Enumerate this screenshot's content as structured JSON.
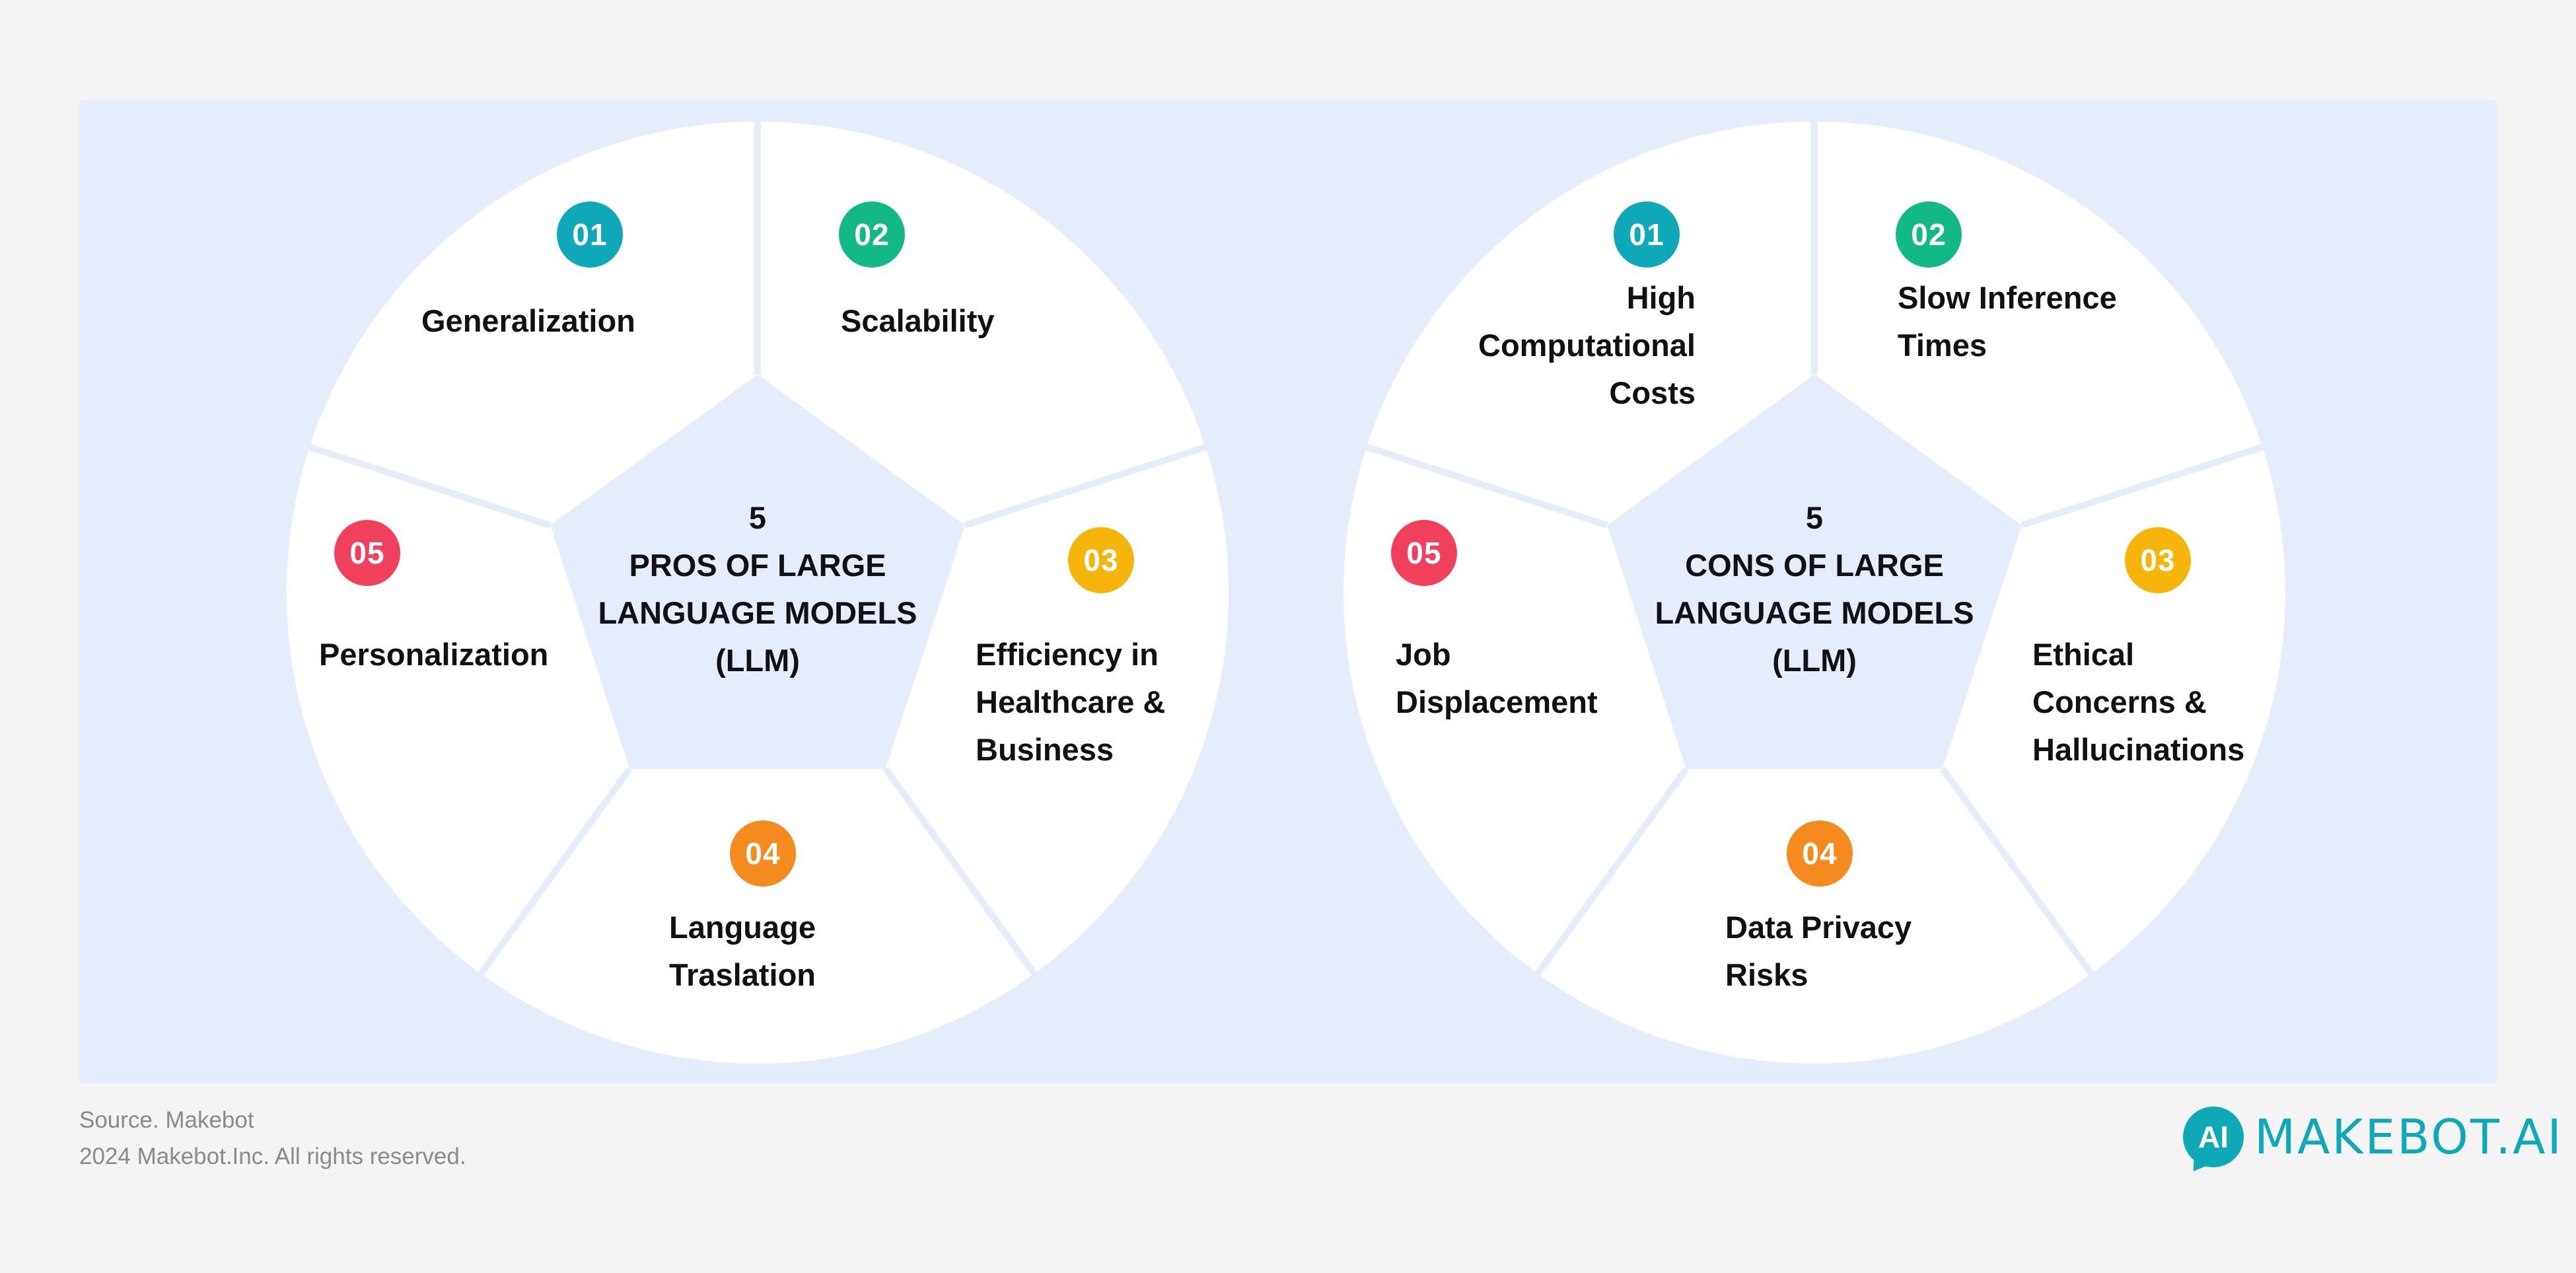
{
  "colors": {
    "background": "#f4f4f4",
    "panel": "#e6edfa",
    "segment": "#ffffff",
    "badge_01": "#0fa8b8",
    "badge_02": "#12b886",
    "badge_03": "#f5b50a",
    "badge_04": "#f58a1f",
    "badge_05": "#f0405b",
    "brand": "#0fa8b8"
  },
  "diagrams": [
    {
      "center_title": "5\nPROS OF LARGE\nLANGUAGE MODELS\n(LLM)",
      "items": [
        {
          "number": "01",
          "label": "Generalization",
          "color_key": "badge_01"
        },
        {
          "number": "02",
          "label": "Scalability",
          "color_key": "badge_02"
        },
        {
          "number": "03",
          "label": "Efficiency in\nHealthcare &\nBusiness",
          "color_key": "badge_03"
        },
        {
          "number": "04",
          "label": "Language\nTraslation",
          "color_key": "badge_04"
        },
        {
          "number": "05",
          "label": "Personalization",
          "color_key": "badge_05"
        }
      ]
    },
    {
      "center_title": "5\nCONS OF LARGE\nLANGUAGE MODELS\n(LLM)",
      "items": [
        {
          "number": "01",
          "label": "High\nComputational\nCosts",
          "color_key": "badge_01"
        },
        {
          "number": "02",
          "label": "Slow Inference\nTimes",
          "color_key": "badge_02"
        },
        {
          "number": "03",
          "label": "Ethical\nConcerns &\nHallucinations",
          "color_key": "badge_03"
        },
        {
          "number": "04",
          "label": "Data Privacy\nRisks",
          "color_key": "badge_04"
        },
        {
          "number": "05",
          "label": "Job\nDisplacement",
          "color_key": "badge_05"
        }
      ]
    }
  ],
  "footer": {
    "source": "Source. Makebot",
    "copyright": "2024 Makebot.Inc. All rights reserved."
  },
  "logo": {
    "mark": "AI",
    "text": "MAKEBOT.AI"
  }
}
